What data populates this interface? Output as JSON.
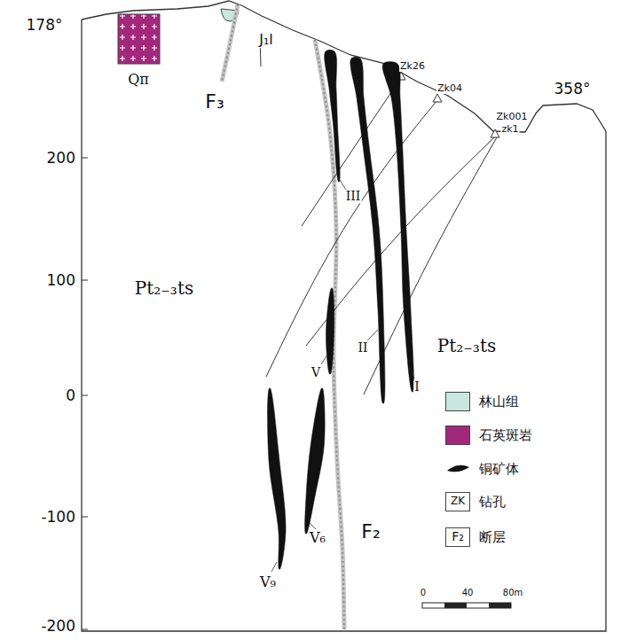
{
  "diagram": {
    "labels": [
      "178°",
      "358°",
      "200",
      "100",
      "0",
      "-100",
      "-200",
      "Qπ",
      "J₁l",
      "F₃",
      "Zk26",
      "Zk04",
      "Zk001",
      "zk1",
      "III",
      "V",
      "II",
      "I",
      "Pt₂₋₃ts",
      "Pt₂₋₃ts",
      "V₉",
      "V₆",
      "F₂",
      "0",
      "40",
      "80m",
      "ZK",
      "F₂"
    ],
    "legend": [
      {
        "text": "林山组",
        "color": "#c9e6df"
      },
      {
        "text": "石英斑岩",
        "color": "#a2287c"
      },
      {
        "text": "铜矿体"
      },
      {
        "text": "钻孔"
      },
      {
        "text": "断层"
      }
    ]
  }
}
